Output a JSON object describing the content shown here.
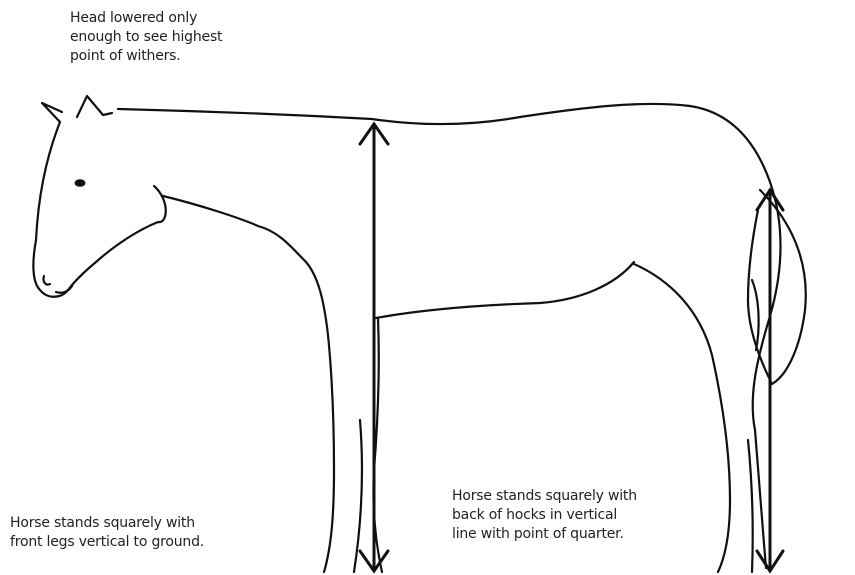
{
  "captions": {
    "head": [
      "Head lowered only",
      "enough to see highest",
      "point of withers."
    ],
    "front": [
      "Horse stands squarely with",
      "front legs vertical to ground."
    ],
    "hind": [
      "Horse stands squarely with",
      "back of hocks in vertical",
      "line with point of quarter."
    ]
  },
  "colors": {
    "line": "#111111",
    "background": "#ffffff"
  },
  "icons": {
    "withers_arrow": "double-headed-vertical-arrow",
    "quarter_arrow": "double-headed-vertical-arrow"
  }
}
